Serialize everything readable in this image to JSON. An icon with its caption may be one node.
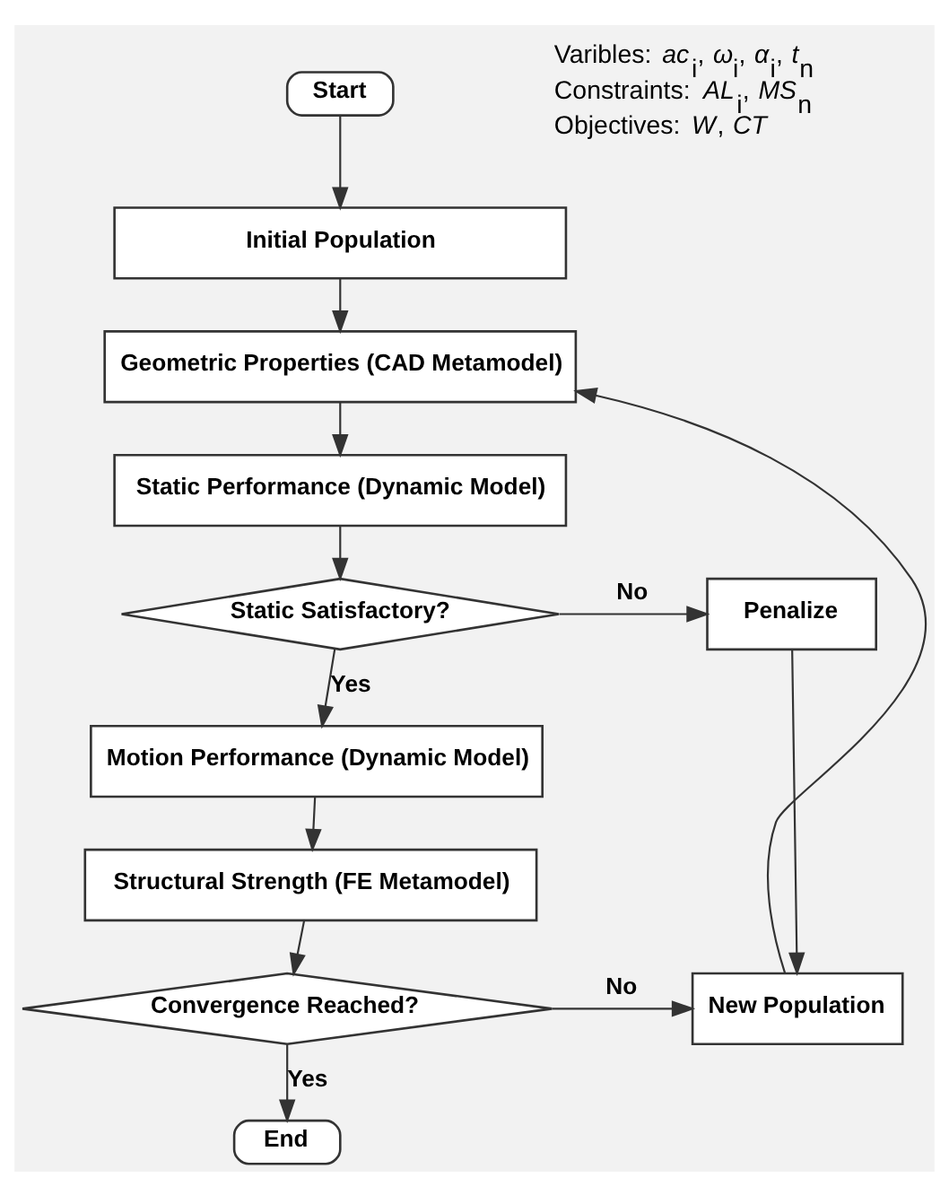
{
  "diagram": {
    "nodes": [
      {
        "text": [
          "Start"
        ]
      },
      {
        "text": [
          "Initial Population"
        ]
      },
      {
        "text": [
          "Geometric Properties (CAD Metamodel)"
        ]
      },
      {
        "text": [
          "Static Performance (Dynamic Model)"
        ]
      },
      {
        "text": [
          "Static Satisfactory?"
        ]
      },
      {
        "text": [
          "Motion Performance (Dynamic Model)"
        ]
      },
      {
        "text": [
          "Structural Strength (FE Metamodel)"
        ]
      },
      {
        "text": [
          "Convergence Reached?"
        ]
      },
      {
        "text": [
          "End"
        ]
      },
      {
        "text": [
          "Penalize"
        ]
      },
      {
        "text": [
          "New Population"
        ]
      }
    ],
    "edges": [
      {
        "from": 0,
        "to": 1,
        "arrow": "to"
      },
      {
        "from": 1,
        "to": 2,
        "arrow": "to"
      },
      {
        "from": 2,
        "to": 3,
        "arrow": "to"
      },
      {
        "from": 3,
        "to": 4,
        "arrow": "to"
      },
      {
        "from": 4,
        "to": 5,
        "label": "Yes",
        "arrow": "to"
      },
      {
        "from": 4,
        "to": 9,
        "label": "No",
        "arrow": "to"
      },
      {
        "from": 5,
        "to": 6,
        "arrow": "to"
      },
      {
        "from": 6,
        "to": 7,
        "arrow": "to"
      },
      {
        "from": 7,
        "to": 8,
        "label": "Yes",
        "arrow": "to"
      },
      {
        "from": 7,
        "to": 10,
        "label": "No",
        "arrow": "to"
      },
      {
        "from": 9,
        "to": 10,
        "arrow": "to"
      },
      {
        "from": 10,
        "to": 2,
        "arrow": "to"
      }
    ],
    "labels": [
      "Varibles: *ac*$_{i}$, *ω*$_{i}$, *α*$_{i}$, *t*$_{n}$",
      "Constraints: *AL*$_{i}$, *MS*$_{n}$",
      "Objectives: *W*, *CT*"
    ]
  }
}
